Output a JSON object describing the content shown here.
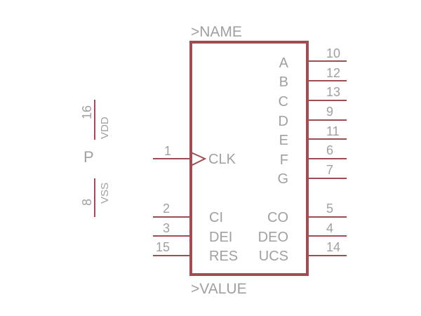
{
  "symbol": {
    "name_label": ">NAME",
    "value_label": ">VALUE",
    "part_label": "P",
    "colors": {
      "outline": "#a04d52",
      "text": "#a0a0a0",
      "background": "#ffffff"
    }
  },
  "pins_left": [
    {
      "num": "1",
      "name": "CLK",
      "clock": true
    },
    {
      "num": "2",
      "name": "CI"
    },
    {
      "num": "3",
      "name": "DEI"
    },
    {
      "num": "15",
      "name": "RES"
    }
  ],
  "pins_right": [
    {
      "num": "10",
      "name": "A"
    },
    {
      "num": "12",
      "name": "B"
    },
    {
      "num": "13",
      "name": "C"
    },
    {
      "num": "9",
      "name": "D"
    },
    {
      "num": "11",
      "name": "E"
    },
    {
      "num": "6",
      "name": "F"
    },
    {
      "num": "7",
      "name": "G"
    },
    {
      "num": "5",
      "name": "CO"
    },
    {
      "num": "4",
      "name": "DEO"
    },
    {
      "num": "14",
      "name": "UCS"
    }
  ],
  "power_pins": [
    {
      "num": "16",
      "name": "VDD"
    },
    {
      "num": "8",
      "name": "VSS"
    }
  ]
}
